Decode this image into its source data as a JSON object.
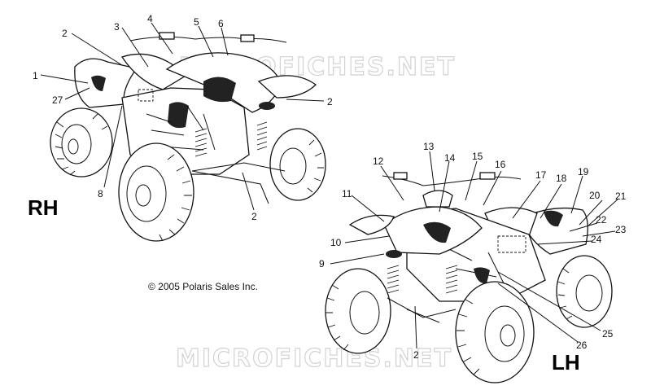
{
  "watermark": "MICROFICHES.NET",
  "side_labels": {
    "rh": "RH",
    "lh": "LH"
  },
  "copyright": "© 2005 Polaris Sales Inc.",
  "callouts_rh": [
    "1",
    "2",
    "3",
    "4",
    "5",
    "6",
    "2",
    "27",
    "8",
    "2"
  ],
  "callouts_lh": [
    "13",
    "12",
    "14",
    "15",
    "16",
    "17",
    "18",
    "19",
    "20",
    "21",
    "11",
    "22",
    "23",
    "24",
    "10",
    "9",
    "26",
    "25",
    "2"
  ]
}
